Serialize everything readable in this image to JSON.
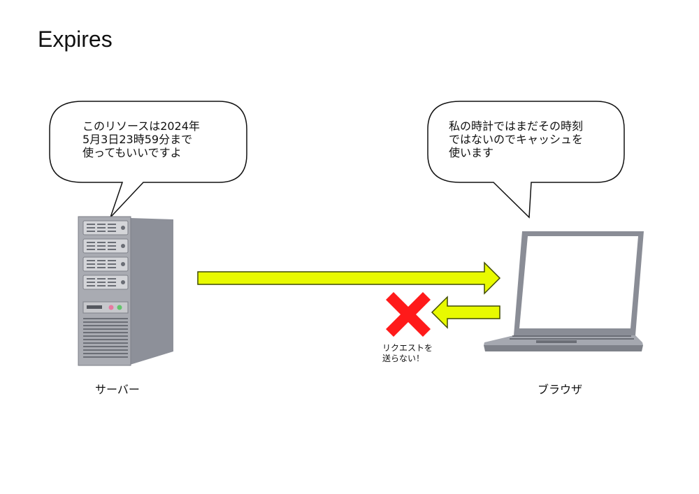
{
  "title": "Expires",
  "server_bubble": {
    "lines": [
      "このリソースは2024年",
      "5月3日23時59分まで",
      "使ってもいいですよ"
    ]
  },
  "browser_bubble": {
    "lines": [
      "私の時計ではまだその時刻",
      "ではないのでキャッシュを",
      "使います"
    ]
  },
  "server_label": "サーバー",
  "browser_label": "ブラウザ",
  "blocked_note": {
    "lines": [
      "リクエストを",
      "送らない！"
    ]
  },
  "icons": {
    "server": "server-tower-icon",
    "laptop": "laptop-icon",
    "blocked": "red-x-icon"
  },
  "colors": {
    "arrow_fill": "#e8fa00",
    "arrow_stroke": "#3f4a00",
    "cross": "#ff1a1a",
    "device": "#8a8d96",
    "screen": "#ffffff"
  }
}
